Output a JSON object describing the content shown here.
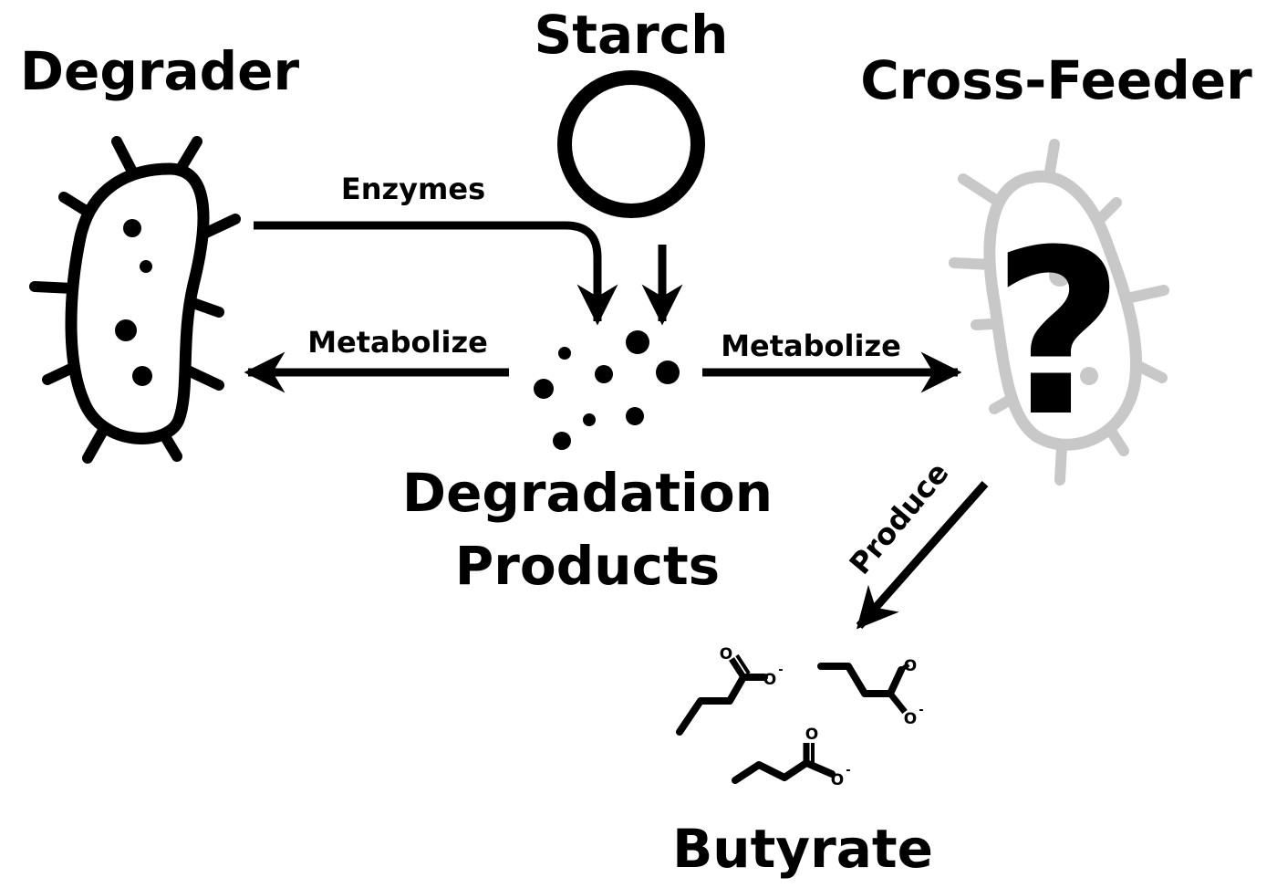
{
  "labels": {
    "degrader": "Degrader",
    "starch": "Starch",
    "cross_feeder": "Cross-Feeder",
    "enzymes": "Enzymes",
    "metabolize_left": "Metabolize",
    "metabolize_right": "Metabolize",
    "degradation_line1": "Degradation",
    "degradation_line2": "Products",
    "produce": "Produce",
    "butyrate": "Butyrate",
    "unknown_mark": "?"
  },
  "molecule_atoms": {
    "oxygen": "O",
    "charge": "-"
  },
  "colors": {
    "ink": "#000000",
    "faded": "#c8c8c8",
    "background": "#ffffff"
  }
}
